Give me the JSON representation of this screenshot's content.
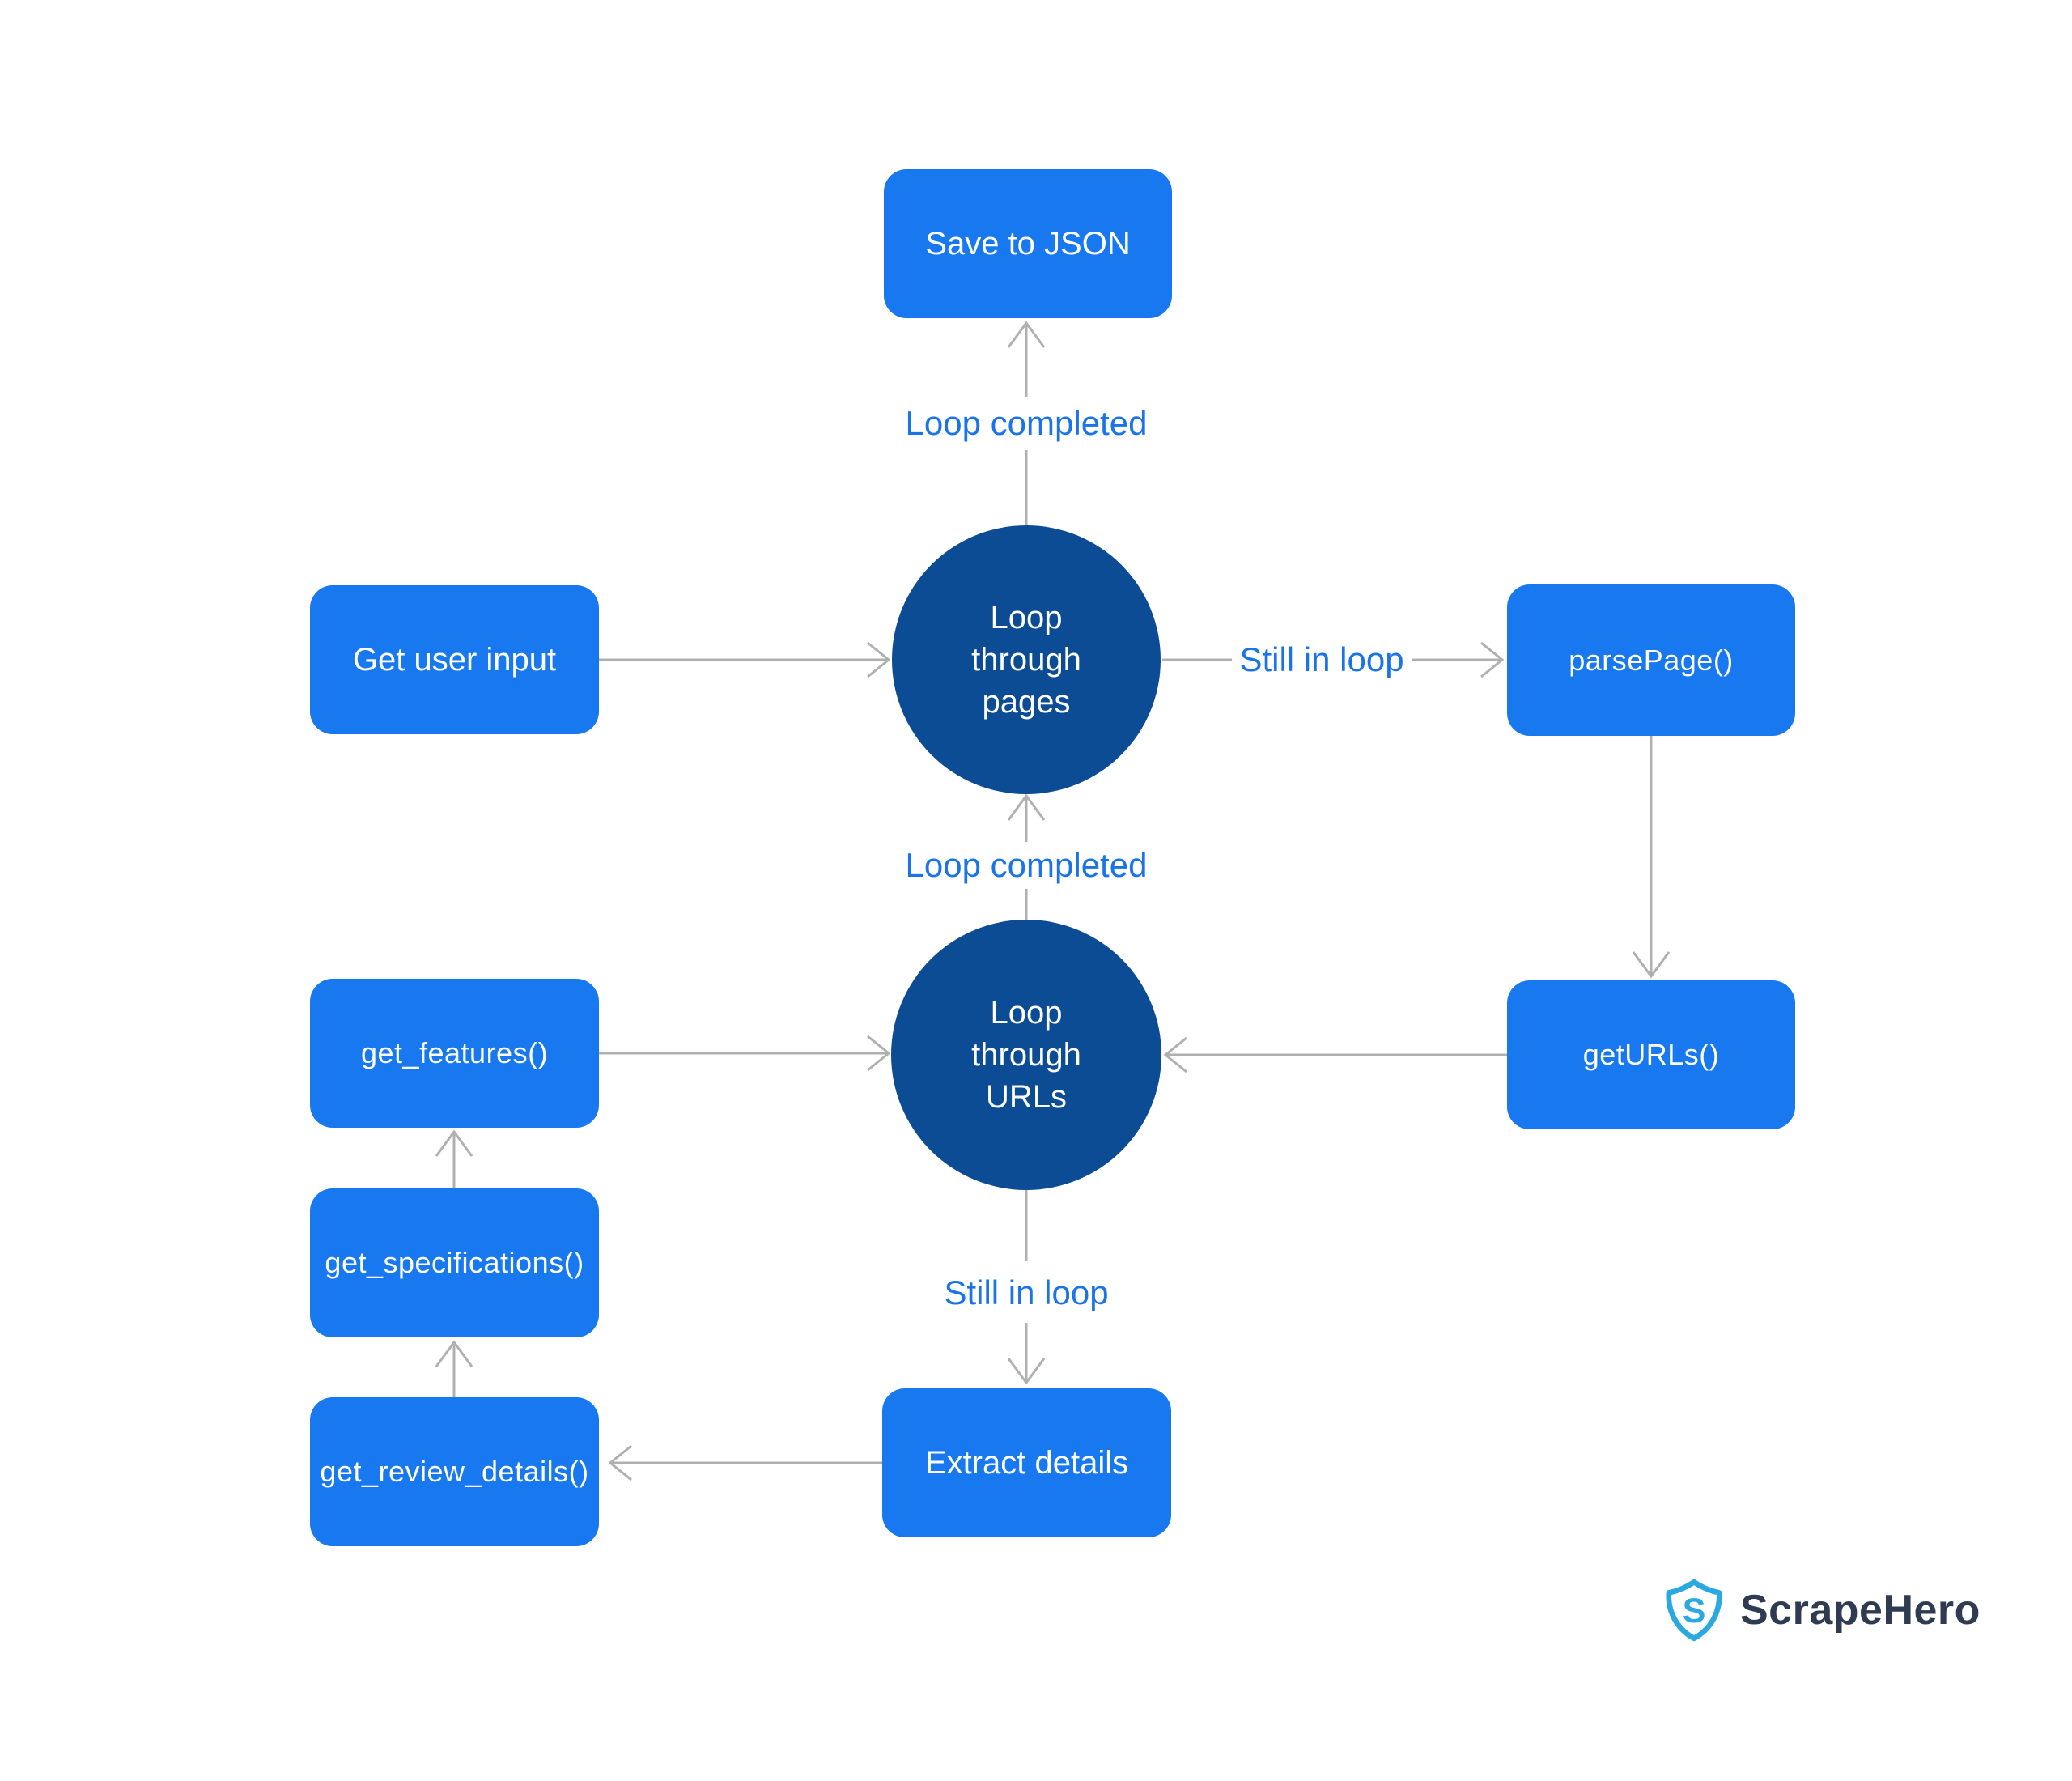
{
  "diagram": {
    "nodes": {
      "save_to_json": {
        "label": "Save to JSON"
      },
      "get_user_input": {
        "label": "Get user input"
      },
      "loop_through_pages": {
        "label": "Loop\nthrough\npages"
      },
      "parse_page": {
        "label": "parsePage()"
      },
      "get_urls": {
        "label": "getURLs()"
      },
      "loop_through_urls": {
        "label": "Loop\nthrough\nURLs"
      },
      "get_features": {
        "label": "get_features()"
      },
      "get_specifications": {
        "label": "get_specifications()"
      },
      "get_review_details": {
        "label": "get_review_details()"
      },
      "extract_details": {
        "label": "Extract details"
      }
    },
    "edge_labels": {
      "loop_completed_top": "Loop completed",
      "still_in_loop_pages": "Still in loop",
      "loop_completed_mid": "Loop completed",
      "still_in_loop_urls": "Still in loop"
    },
    "colors": {
      "box_blue": "#1778f0",
      "circle_blue": "#0c4c95",
      "edge_label_blue": "#1a73e8",
      "connector_gray": "#b0b0b0",
      "logo_cyan": "#29a9e0",
      "logo_navy": "#2f3b50",
      "background": "#ffffff"
    }
  },
  "branding": {
    "logo_text": "ScrapeHero",
    "logo_monogram": "S"
  }
}
